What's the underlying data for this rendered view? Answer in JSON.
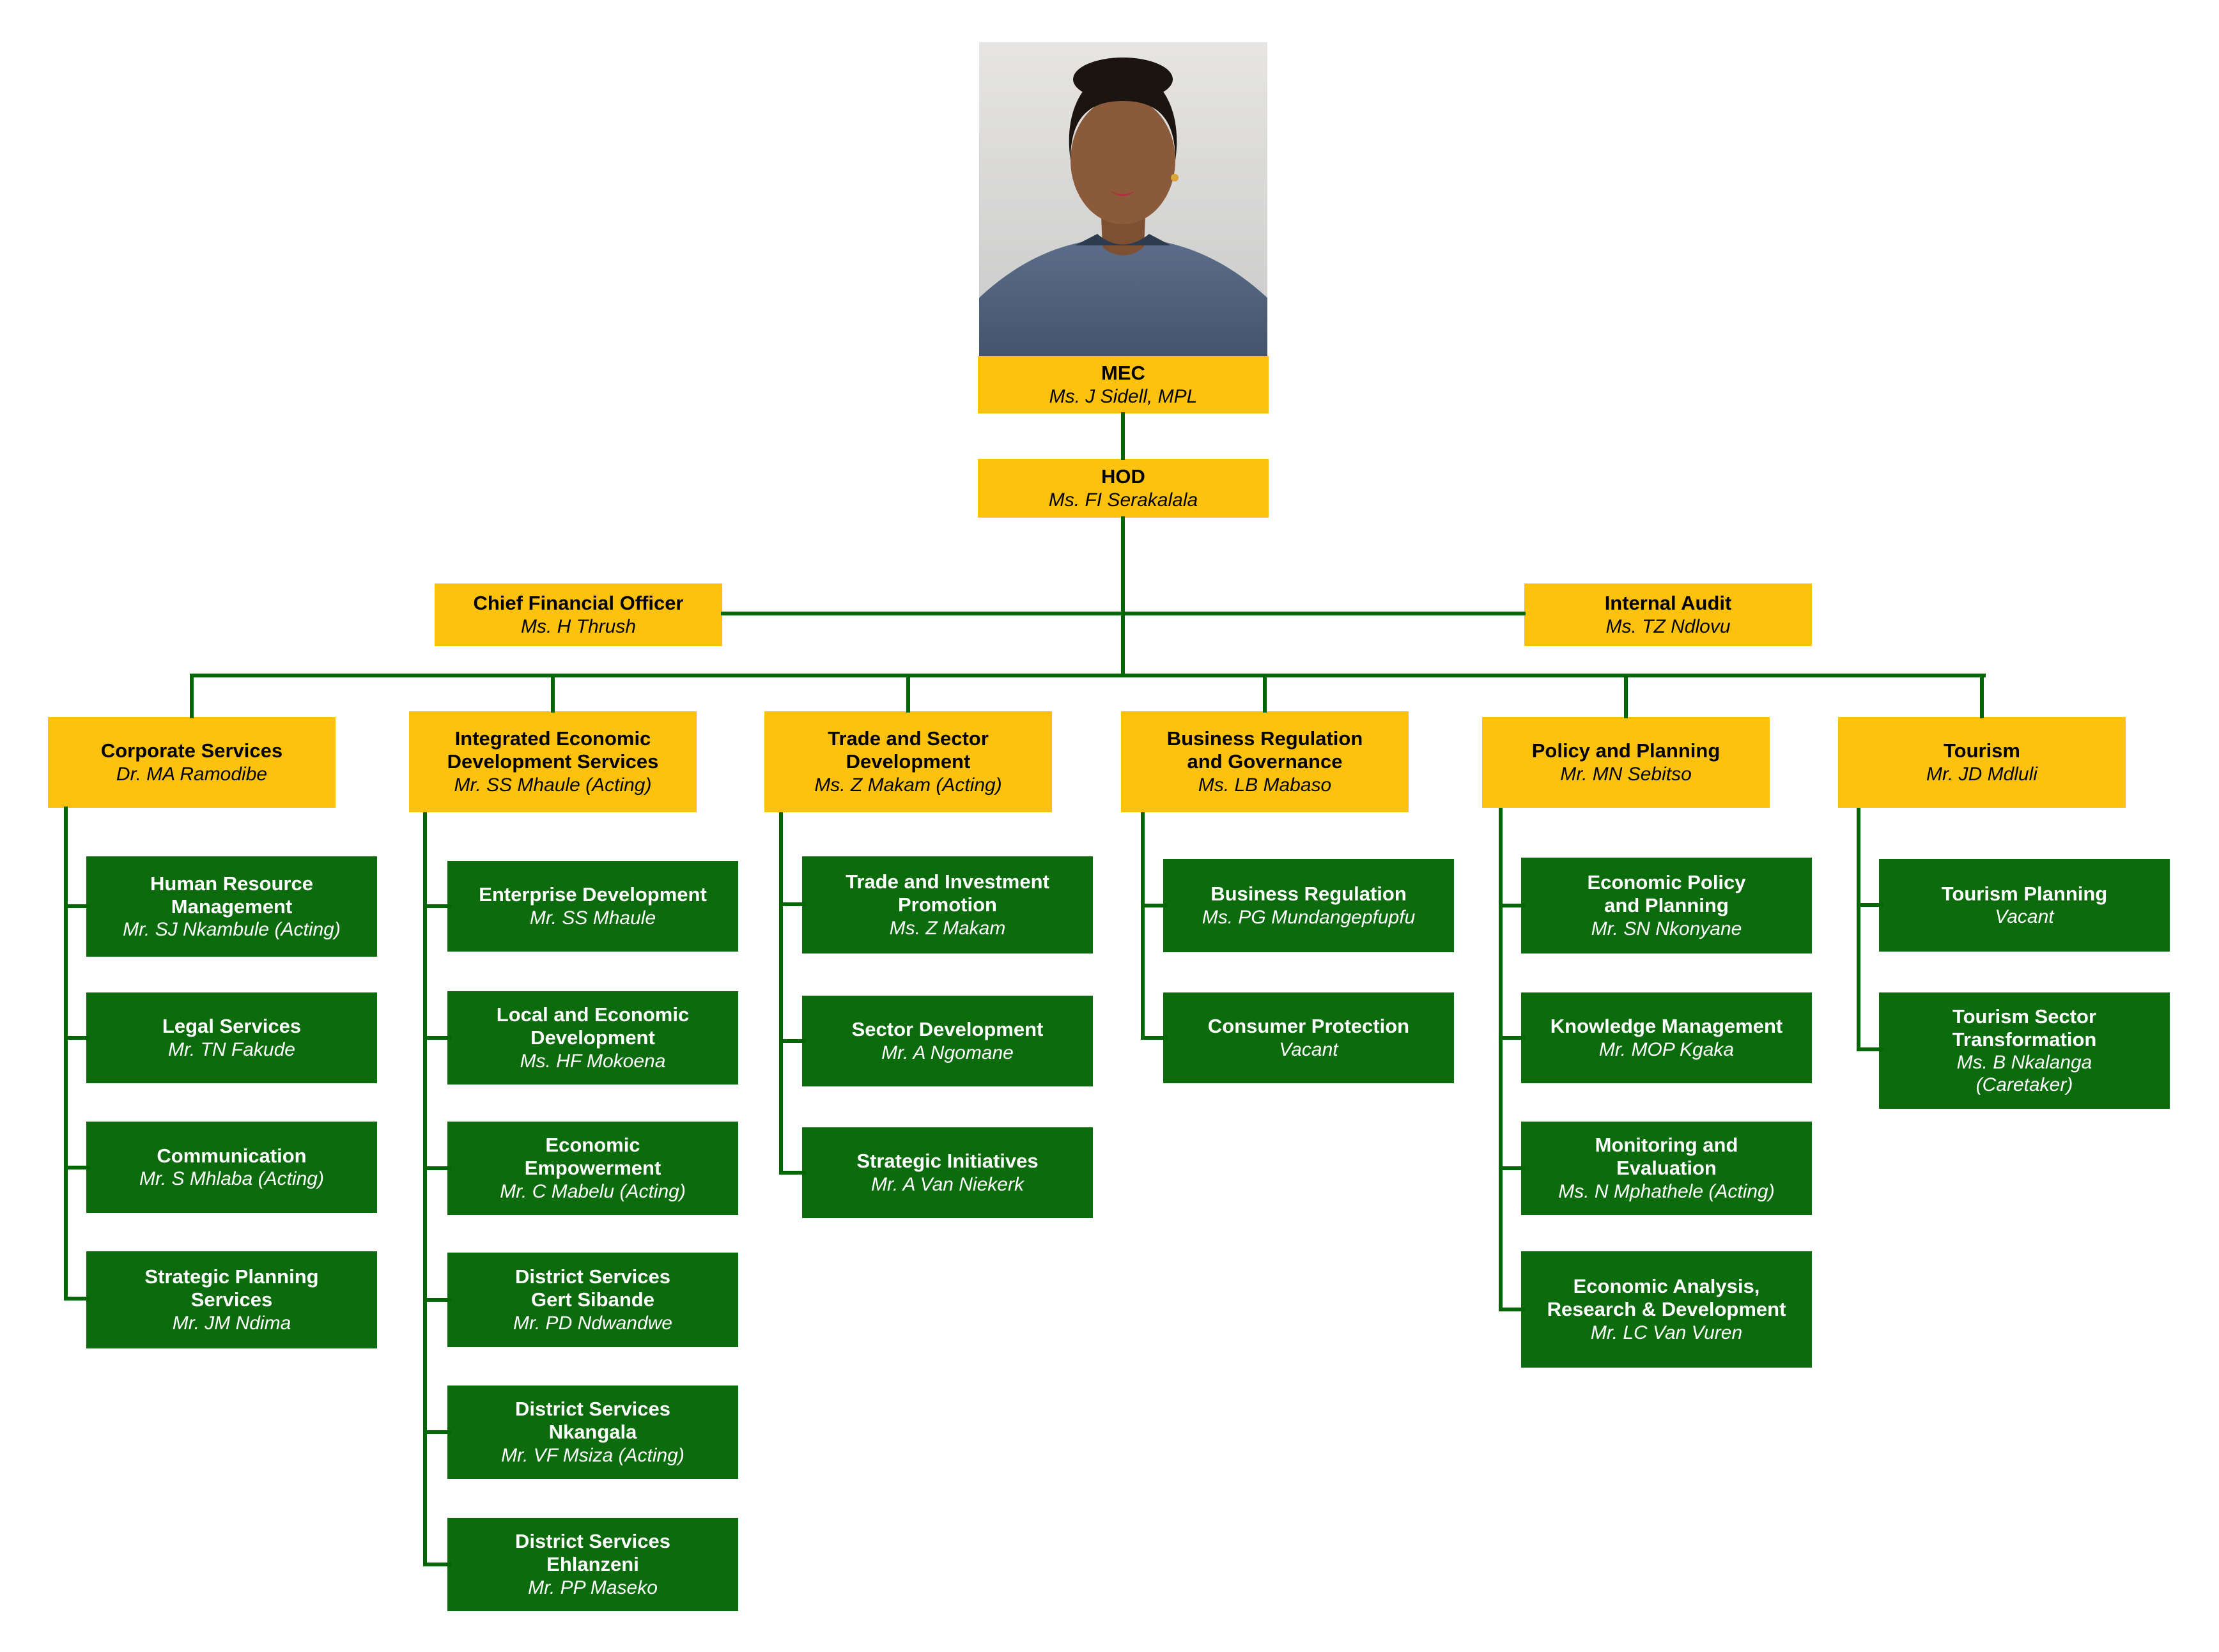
{
  "palette": {
    "yellow": "#fdc20d",
    "green": "#0c6b0c",
    "line_green": "#056605"
  },
  "org": {
    "mec": {
      "title": "MEC",
      "name": "Ms. J Sidell, MPL"
    },
    "hod": {
      "title": "HOD",
      "name": "Ms. FI Serakalala"
    },
    "cfo": {
      "title": "Chief Financial Officer",
      "name": "Ms. H Thrush"
    },
    "internal_audit": {
      "title": "Internal Audit",
      "name": "Ms. TZ Ndlovu"
    },
    "branches": [
      {
        "title": "Corporate Services",
        "name": "Dr. MA Ramodibe",
        "children": [
          {
            "title": "Human Resource\nManagement",
            "name": "Mr. SJ Nkambule (Acting)"
          },
          {
            "title": "Legal Services",
            "name": "Mr. TN Fakude"
          },
          {
            "title": "Communication",
            "name": "Mr. S Mhlaba (Acting)"
          },
          {
            "title": "Strategic Planning\nServices",
            "name": "Mr. JM Ndima"
          }
        ]
      },
      {
        "title": "Integrated Economic\nDevelopment Services",
        "name": "Mr. SS Mhaule (Acting)",
        "children": [
          {
            "title": "Enterprise Development",
            "name": "Mr. SS Mhaule"
          },
          {
            "title": "Local and Economic\nDevelopment",
            "name": "Ms. HF Mokoena"
          },
          {
            "title": "Economic\nEmpowerment",
            "name": "Mr. C Mabelu (Acting)"
          },
          {
            "title": "District Services\nGert Sibande",
            "name": "Mr. PD Ndwandwe"
          },
          {
            "title": "District Services\nNkangala",
            "name": "Mr. VF Msiza (Acting)"
          },
          {
            "title": "District Services\nEhlanzeni",
            "name": "Mr. PP Maseko"
          }
        ]
      },
      {
        "title": "Trade and Sector\nDevelopment",
        "name": "Ms. Z Makam (Acting)",
        "children": [
          {
            "title": "Trade and Investment\nPromotion",
            "name": "Ms. Z Makam"
          },
          {
            "title": "Sector Development",
            "name": "Mr. A Ngomane"
          },
          {
            "title": "Strategic Initiatives",
            "name": "Mr. A Van Niekerk"
          }
        ]
      },
      {
        "title": "Business Regulation\nand Governance",
        "name": "Ms. LB Mabaso",
        "children": [
          {
            "title": "Business Regulation",
            "name": "Ms. PG Mundangepfupfu"
          },
          {
            "title": "Consumer Protection",
            "name": "Vacant"
          }
        ]
      },
      {
        "title": "Policy and Planning",
        "name": "Mr. MN Sebitso",
        "children": [
          {
            "title": "Economic Policy\nand Planning",
            "name": "Mr. SN Nkonyane"
          },
          {
            "title": "Knowledge Management",
            "name": "Mr. MOP Kgaka"
          },
          {
            "title": "Monitoring and\nEvaluation",
            "name": "Ms. N Mphathele (Acting)"
          },
          {
            "title": "Economic Analysis,\nResearch & Development",
            "name": "Mr. LC Van Vuren"
          }
        ]
      },
      {
        "title": "Tourism",
        "name": "Mr. JD Mdluli",
        "children": [
          {
            "title": "Tourism Planning",
            "name": "Vacant"
          },
          {
            "title": "Tourism Sector\nTransformation",
            "name": "Ms. B Nkalanga\n(Caretaker)"
          }
        ]
      }
    ]
  }
}
